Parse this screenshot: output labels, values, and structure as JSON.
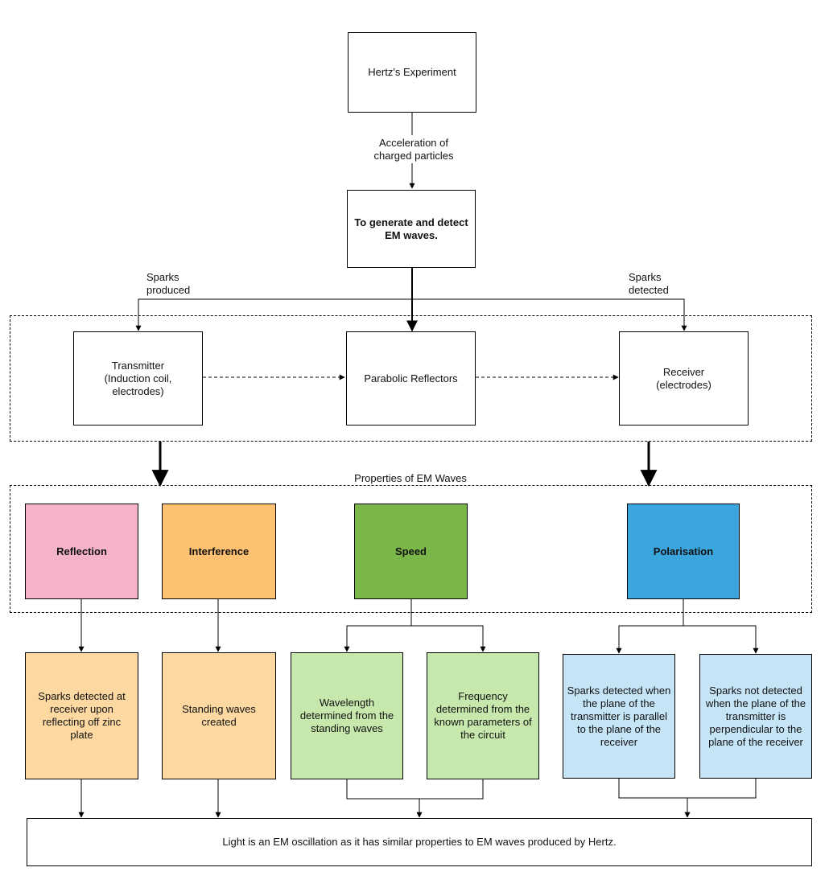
{
  "nodes": {
    "hertz": "Hertz's Experiment",
    "goal": "To generate and detect EM waves.",
    "transmitter": "Transmitter\n(Induction coil,\nelectrodes)",
    "reflectors": "Parabolic Reflectors",
    "receiver": "Receiver\n(electrodes)",
    "reflection": "Reflection",
    "interference": "Interference",
    "speed": "Speed",
    "polarisation": "Polarisation",
    "reflection_detail": "Sparks detected at receiver upon reflecting off zinc plate",
    "interference_detail": "Standing waves created",
    "wavelength_detail": "Wavelength determined from the standing waves",
    "frequency_detail": "Frequency determined from the known parameters of the circuit",
    "parallel_detail": "Sparks detected when the plane of the transmitter is parallel to the plane of the receiver",
    "perpendicular_detail": "Sparks not detected when the plane of the transmitter is perpendicular to the plane of the receiver",
    "conclusion": "Light is an EM oscillation as it has similar properties to EM waves produced by Hertz."
  },
  "labels": {
    "acceleration": "Acceleration of\ncharged particles",
    "sparks_produced": "Sparks\nproduced",
    "sparks_detected": "Sparks\ndetected",
    "properties_group": "Properties of EM Waves"
  },
  "colors": {
    "reflection": "#f4b3c6",
    "interference": "#fdc171",
    "speed": "#7ab648",
    "polarisation": "#3aa6dd",
    "orange_light": "#fdd9a1",
    "green_light": "#c7e8ac",
    "blue_light": "#c5e4f6"
  }
}
